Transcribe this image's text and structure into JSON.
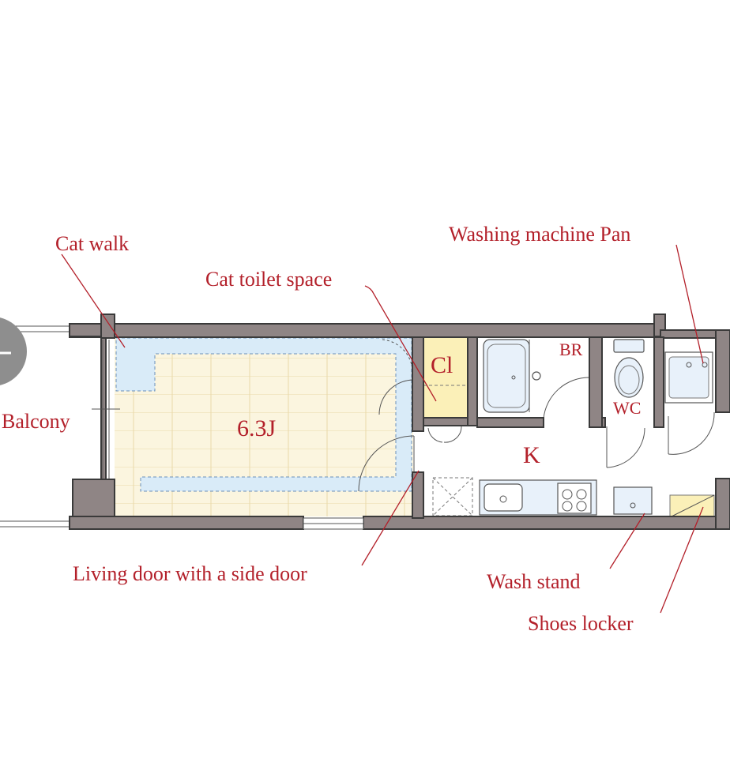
{
  "labels": {
    "cat_walk": "Cat walk",
    "cat_toilet_space": "Cat toilet space",
    "washing_machine_pan": "Washing machine Pan",
    "balcony": "Balcony",
    "living_door": "Living door with a side door",
    "wash_stand": "Wash stand",
    "shoes_locker": "Shoes locker"
  },
  "rooms": {
    "living": "6.3J",
    "closet": "Cl",
    "bathroom": "BR",
    "toilet": "WC",
    "kitchen": "K"
  },
  "colors": {
    "label_red": "#b3202a",
    "wall_gray": "#8f8585",
    "floor_tan": "#fbf5df",
    "cat_walk_blue": "#d9ebf8",
    "closet_yellow": "#fbf0b8",
    "fixture_blue": "#e8f1fa"
  },
  "icons": {
    "overlay_button": "circle-minus-icon"
  }
}
